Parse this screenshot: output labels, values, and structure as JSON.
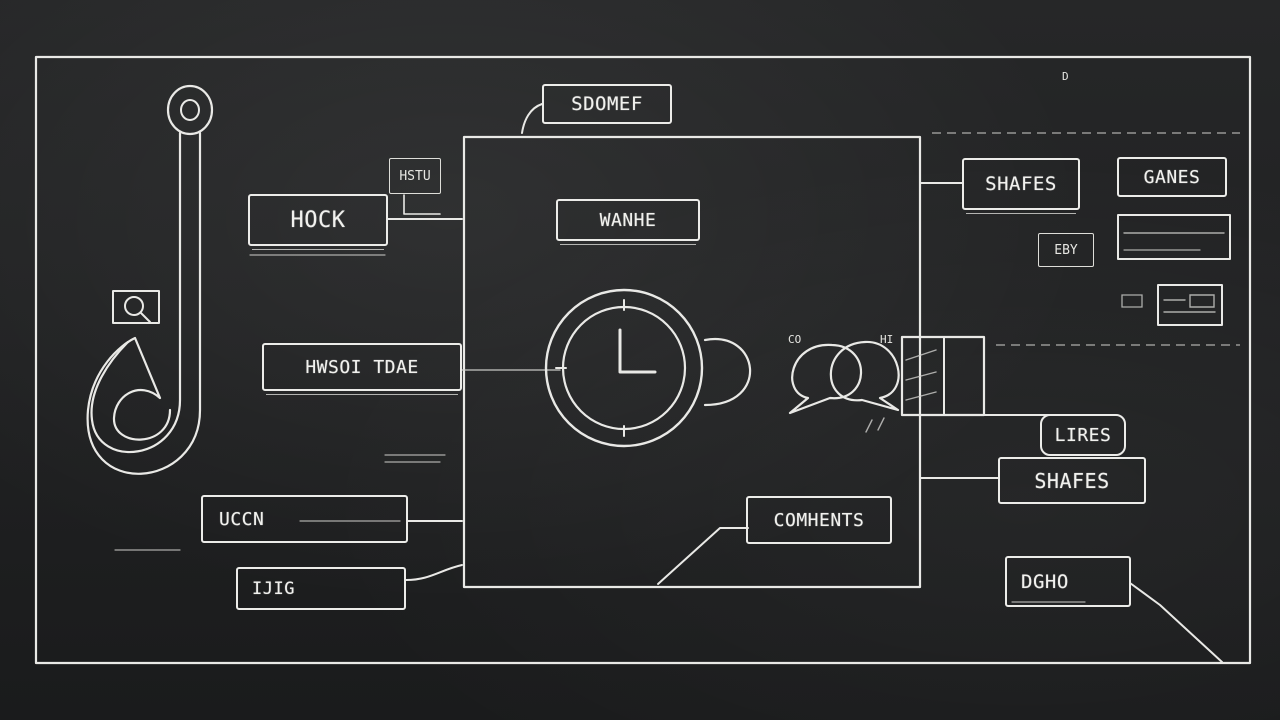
{
  "labels": {
    "top": "SDOMEF",
    "hook": "HOCK",
    "tag": "HSTU",
    "center_top": "WANHE",
    "left_middle": "HWSOI TDAE",
    "left_lower": "UCCN",
    "left_bottom": "IJIG",
    "right_top": "SHAFES",
    "far_right_top": "GANES",
    "right_small": "EBY",
    "comments": "COMHENTS",
    "likes": "LIRES",
    "shares": "SHAFES",
    "bottom_right": "DGHO",
    "corner_mark": "D",
    "chat_left_mark": "CO",
    "chat_right_mark": "HI"
  },
  "icons": [
    "hook-icon",
    "search-icon",
    "clock-icon",
    "chat-bubbles-icon",
    "window-icon",
    "image-icon"
  ]
}
